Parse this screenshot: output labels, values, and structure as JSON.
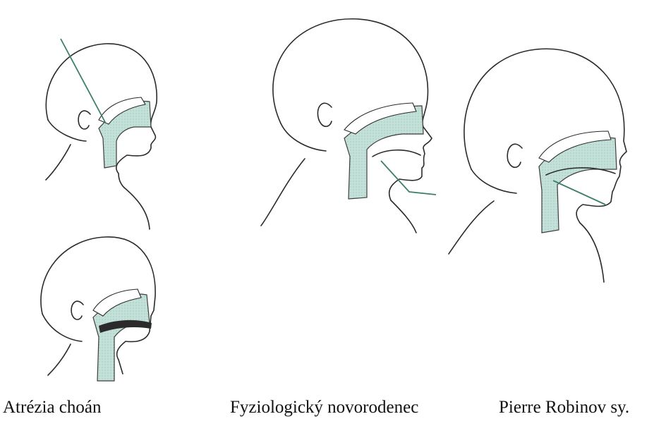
{
  "captions": {
    "left": "Atrézia choán",
    "middle": "Fyziologický novorodenec",
    "right": "Pierre Robinov sy."
  },
  "colors": {
    "airway_fill": "#bfded8",
    "outline": "#2b2b2b",
    "pointer": "#3c7f6a"
  }
}
